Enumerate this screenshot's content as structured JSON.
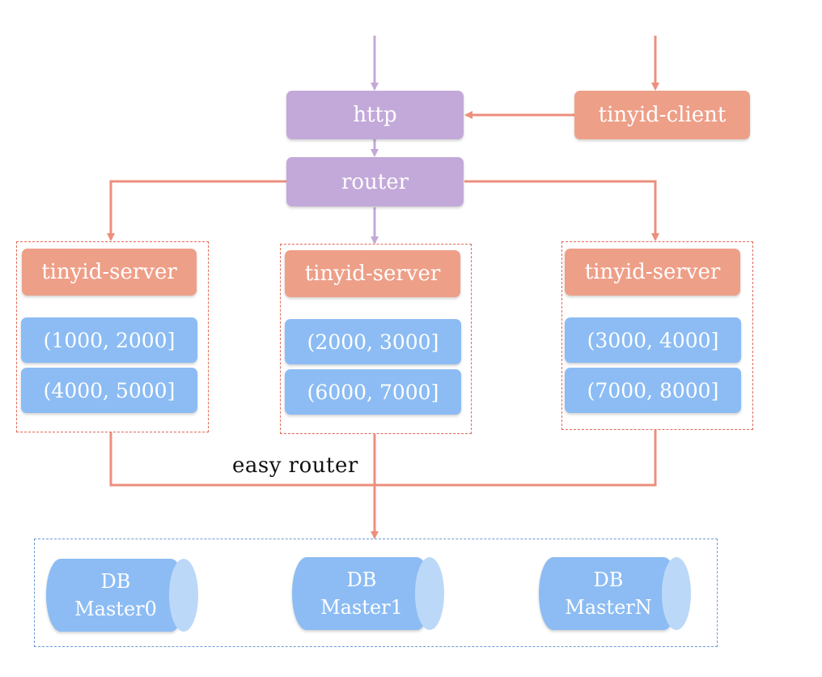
{
  "colors": {
    "purple": "#c3a9d9",
    "purple_arrow": "#c3a9d9",
    "salmon": "#ee9f88",
    "salmon_arrow": "#ec8f7d",
    "blue": "#8cbcf3",
    "server_border": "#e06a58",
    "db_border": "#6b9ad6"
  },
  "nodes": {
    "http": "http",
    "client": "tinyid-client",
    "router": "router"
  },
  "servers": [
    {
      "label": "tinyid-server",
      "ranges": [
        "(1000, 2000]",
        "(4000, 5000]"
      ]
    },
    {
      "label": "tinyid-server",
      "ranges": [
        "(2000, 3000]",
        "(6000, 7000]"
      ]
    },
    {
      "label": "tinyid-server",
      "ranges": [
        "(3000, 4000]",
        "(7000, 8000]"
      ]
    }
  ],
  "easy_router_label": "easy router",
  "databases": [
    {
      "line1": "DB",
      "line2": "Master0"
    },
    {
      "line1": "DB",
      "line2": "Master1"
    },
    {
      "line1": "DB",
      "line2": "MasterN"
    }
  ]
}
